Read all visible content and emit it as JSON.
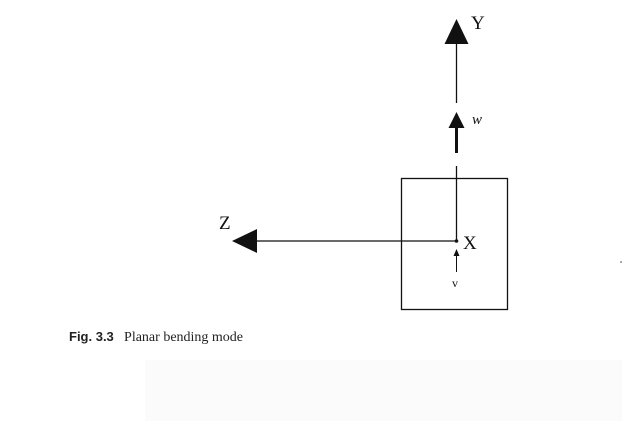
{
  "diagram": {
    "axis_y_label": "Y",
    "axis_z_label": "Z",
    "axis_x_label": "X",
    "displacement_w_label": "w",
    "displacement_v_label": "v",
    "stroke_color": "#111111"
  },
  "caption": {
    "label": "Fig. 3.3",
    "text": "Planar bending mode"
  }
}
